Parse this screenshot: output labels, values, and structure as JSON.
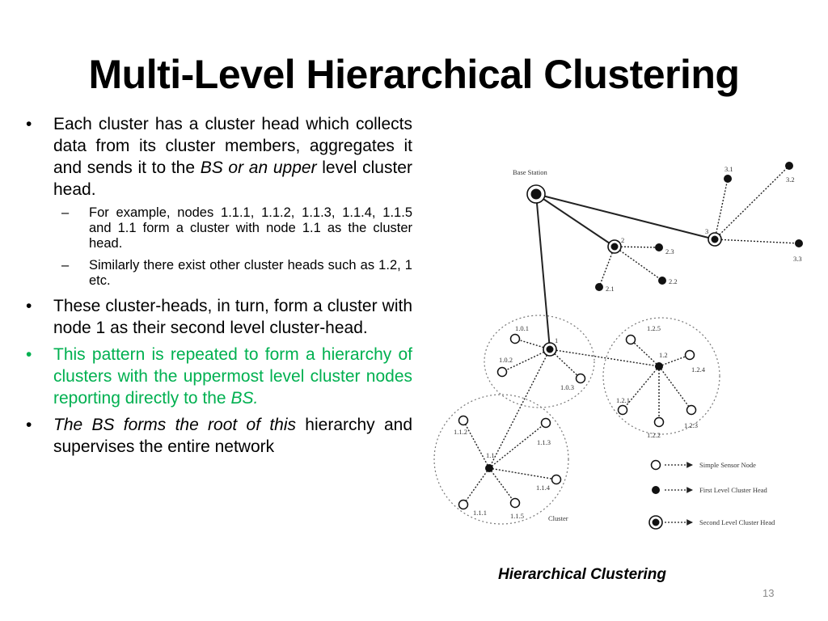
{
  "slide": {
    "title": "Multi-Level Hierarchical Clustering",
    "page_number": "13",
    "caption": "Hierarchical Clustering"
  },
  "bullets": {
    "b1": {
      "before": "Each cluster has a cluster head which collects data from its cluster members, aggregates it and sends it to the ",
      "italic": "BS or an upper",
      "after": " level cluster head."
    },
    "sub1": "For example, nodes 1.1.1, 1.1.2, 1.1.3, 1.1.4, 1.1.5 and 1.1 form a cluster with node 1.1 as the cluster head.",
    "sub2": "Similarly there exist other cluster heads such as 1.2, 1 etc.",
    "b2": "These cluster-heads, in turn, form a cluster with node 1 as their second level cluster-head.",
    "b3": {
      "text": "This pattern is repeated to form a hierarchy of clusters with the uppermost level cluster nodes reporting directly to the ",
      "italic": "BS."
    },
    "b4": {
      "italic": "The BS forms the root of this",
      "text": " hierarchy and supervises the entire network"
    },
    "bullet_symbol": "•",
    "dash_symbol": "–"
  },
  "diagram": {
    "labels": {
      "base_station": "Base Station",
      "n3_1": "3.1",
      "n3_2": "3.2",
      "n3": "3",
      "n3_3": "3.3",
      "n2": "2",
      "n2_3": "2.3",
      "n2_1": "2.1",
      "n2_2": "2.2",
      "n1": "1",
      "n1_0_1": "1.0.1",
      "n1_0_2": "1.0.2",
      "n1_0_3": "1.0.3",
      "n1_2": "1.2",
      "n1_2_5": "1.2.5",
      "n1_2_4": "1.2.4",
      "n1_2_1": "1.2.1",
      "n1_2_3": "1.2.3",
      "n1_2_2": "1.2.2",
      "n1_1": "1.1",
      "n1_1_2": "1.1.2",
      "n1_1_3": "1.1.3",
      "n1_1_4": "1.1.4",
      "n1_1_1": "1.1.1",
      "n1_1_5": "1.1.5",
      "cluster": "Cluster"
    },
    "legend": {
      "simple": "Simple Sensor Node",
      "first": "First Level Cluster Head",
      "second": "Second Level Cluster Head"
    }
  },
  "colors": {
    "accent_green": "#00b050",
    "page_number": "#8a8a8a"
  }
}
